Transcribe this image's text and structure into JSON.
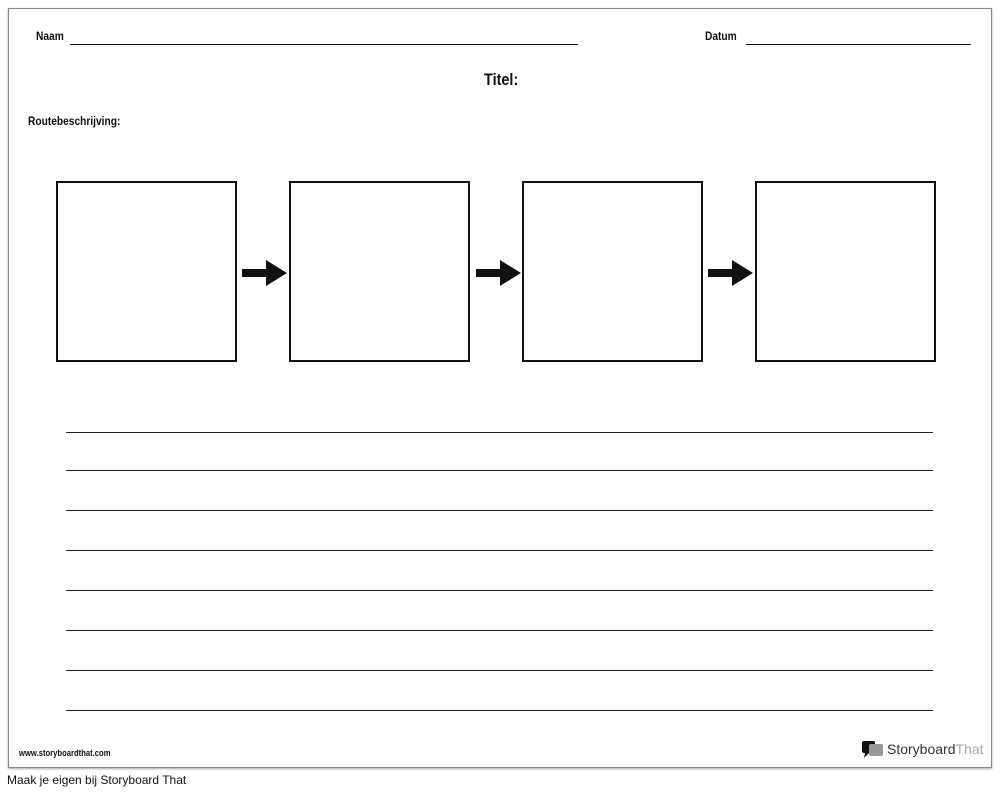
{
  "worksheet": {
    "name_label": "Naam",
    "date_label": "Datum",
    "title_label": "Titel:",
    "directions_label": "Routebeschrijving:",
    "box_count": 4,
    "writing_lines": 8
  },
  "footer": {
    "url": "www.storyboardthat.com",
    "logo_text_1": "Storyboard",
    "logo_text_2": "That"
  },
  "caption": "Maak je eigen bij Storyboard That"
}
